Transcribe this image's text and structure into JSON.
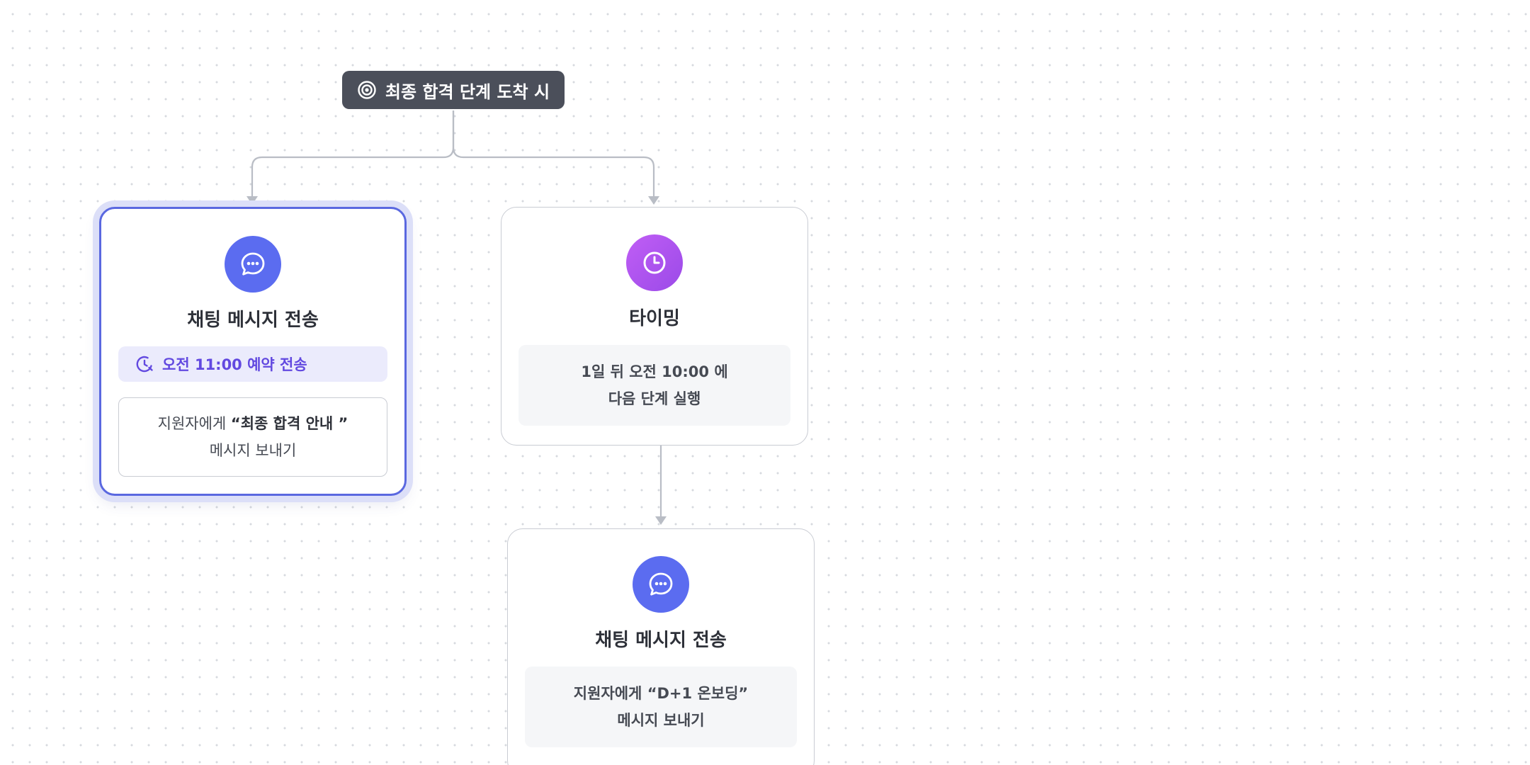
{
  "trigger": {
    "label": "최종 합격 단계 도착 시",
    "icon": "target-icon"
  },
  "nodes": [
    {
      "type": "chat-message",
      "title": "채팅 메시지 전송",
      "icon": "chat-bubble-icon",
      "selected": true,
      "schedule": "오전 11:00 예약 전송",
      "message_prefix": "지원자에게 ",
      "message_name": "“최종 합격 안내 ”",
      "message_suffix": "메시지 보내기"
    },
    {
      "type": "timing",
      "title": "타이밍",
      "icon": "clock-icon",
      "line1": "1일 뒤 오전 10:00 에",
      "line2": "다음 단계 실행"
    },
    {
      "type": "chat-message",
      "title": "채팅 메시지 전송",
      "icon": "chat-bubble-icon",
      "line1": "지원자에게 “D+1 온보딩”",
      "line2": "메시지 보내기"
    }
  ],
  "colors": {
    "trigger_bg": "#4b4f5a",
    "chat_icon_bg": "#5b6cf0",
    "timing_icon_bg": "#a94ff0",
    "selected_border": "#5a68e0",
    "schedule_bg": "#ebebfc",
    "schedule_text": "#6249e0",
    "edge": "#b9bdc5"
  }
}
